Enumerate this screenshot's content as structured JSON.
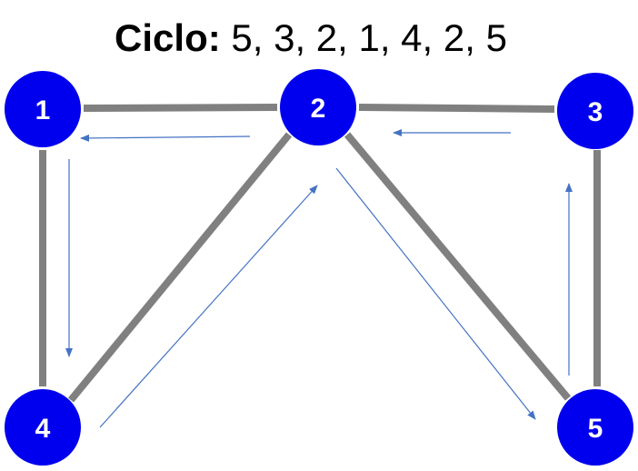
{
  "title": {
    "label": "Ciclo:",
    "cycle": " 5, 3, 2, 1, 4, 2, 5"
  },
  "colors": {
    "node": "#0000ee",
    "edge": "#808080",
    "arrow": "#4472c4",
    "node_text": "#ffffff"
  },
  "nodes": [
    {
      "id": "1",
      "label": "1"
    },
    {
      "id": "2",
      "label": "2"
    },
    {
      "id": "3",
      "label": "3"
    },
    {
      "id": "4",
      "label": "4"
    },
    {
      "id": "5",
      "label": "5"
    }
  ],
  "edges": [
    [
      "1",
      "2"
    ],
    [
      "2",
      "3"
    ],
    [
      "1",
      "4"
    ],
    [
      "2",
      "4"
    ],
    [
      "2",
      "5"
    ],
    [
      "3",
      "5"
    ]
  ],
  "cycle_arrows": [
    [
      "5",
      "3"
    ],
    [
      "3",
      "2"
    ],
    [
      "2",
      "1"
    ],
    [
      "1",
      "4"
    ],
    [
      "4",
      "2"
    ],
    [
      "2",
      "5"
    ]
  ]
}
